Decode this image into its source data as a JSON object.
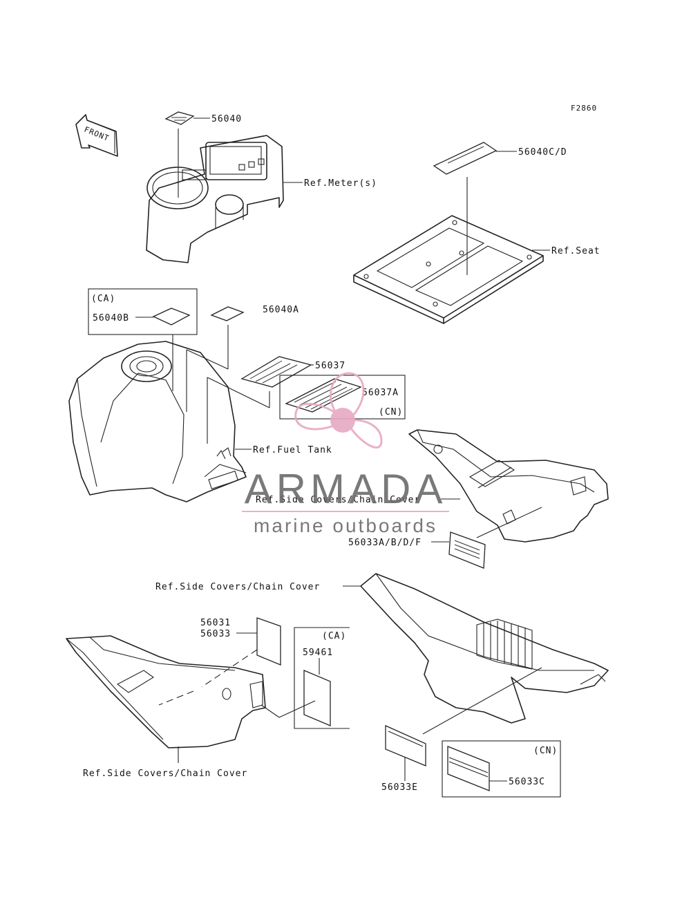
{
  "figure_code": "F2860",
  "front_label": "FRONT",
  "parts": {
    "p56040": "56040",
    "p56040cd": "56040C/D",
    "p56040a": "56040A",
    "p56040b": "56040B",
    "p56037": "56037",
    "p56037a": "56037A",
    "p56033abdf": "56033A/B/D/F",
    "p56031": "56031",
    "p56033": "56033",
    "p59461": "59461",
    "p56033e": "56033E",
    "p56033c": "56033C"
  },
  "refs": {
    "meter": "Ref.Meter(s)",
    "seat": "Ref.Seat",
    "fuel_tank": "Ref.Fuel Tank",
    "side_covers_1": "Ref.Side Covers/Chain Cover",
    "side_covers_2": "Ref.Side Covers/Chain Cover",
    "side_covers_3": "Ref.Side Covers/Chain Cover"
  },
  "region_tags": {
    "ca_1": "(CA)",
    "cn_1": "(CN)",
    "ca_2": "(CA)",
    "cn_2": "(CN)"
  },
  "watermark": {
    "brand": "ARMADA",
    "tagline": "marine outboards",
    "brand_color": "#6b6b6b",
    "accent_color": "#e7a9c3"
  }
}
